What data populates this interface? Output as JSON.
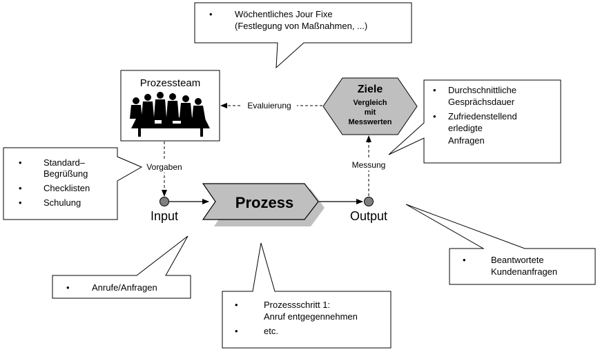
{
  "callouts": {
    "jour_fixe": {
      "lines": [
        "Wöchentliches Jour Fixe",
        "(Festlegung von Maßnahmen, ...)"
      ]
    },
    "standard": {
      "items": [
        [
          "Standard–",
          "Begrüßung"
        ],
        [
          "Checklisten"
        ],
        [
          "Schulung"
        ]
      ]
    },
    "anrufe": {
      "items": [
        [
          "Anrufe/Anfragen"
        ]
      ]
    },
    "prozessschritt": {
      "items": [
        [
          "Prozessschritt 1:",
          "Anruf entgegennehmen"
        ],
        [
          "etc."
        ]
      ]
    },
    "messwerte": {
      "items": [
        [
          "Durchschnittliche",
          "Gesprächsdauer"
        ],
        [
          "Zufriedenstellend",
          "erledigte",
          "Anfragen"
        ]
      ]
    },
    "beantwortete": {
      "items": [
        [
          "Beantwortete",
          "Kundenanfragen"
        ]
      ]
    }
  },
  "nodes": {
    "prozessteam": {
      "title": "Prozessteam"
    },
    "ziele": {
      "title": "Ziele",
      "sub": [
        "Vergleich",
        "mit",
        "Messwerten"
      ]
    },
    "prozess": {
      "label": "Prozess"
    },
    "input": {
      "label": "Input"
    },
    "output": {
      "label": "Output"
    }
  },
  "edges": {
    "evaluierung": "Evaluierung",
    "vorgaben": "Vorgaben",
    "messung": "Messung"
  },
  "bullet_char": "•"
}
